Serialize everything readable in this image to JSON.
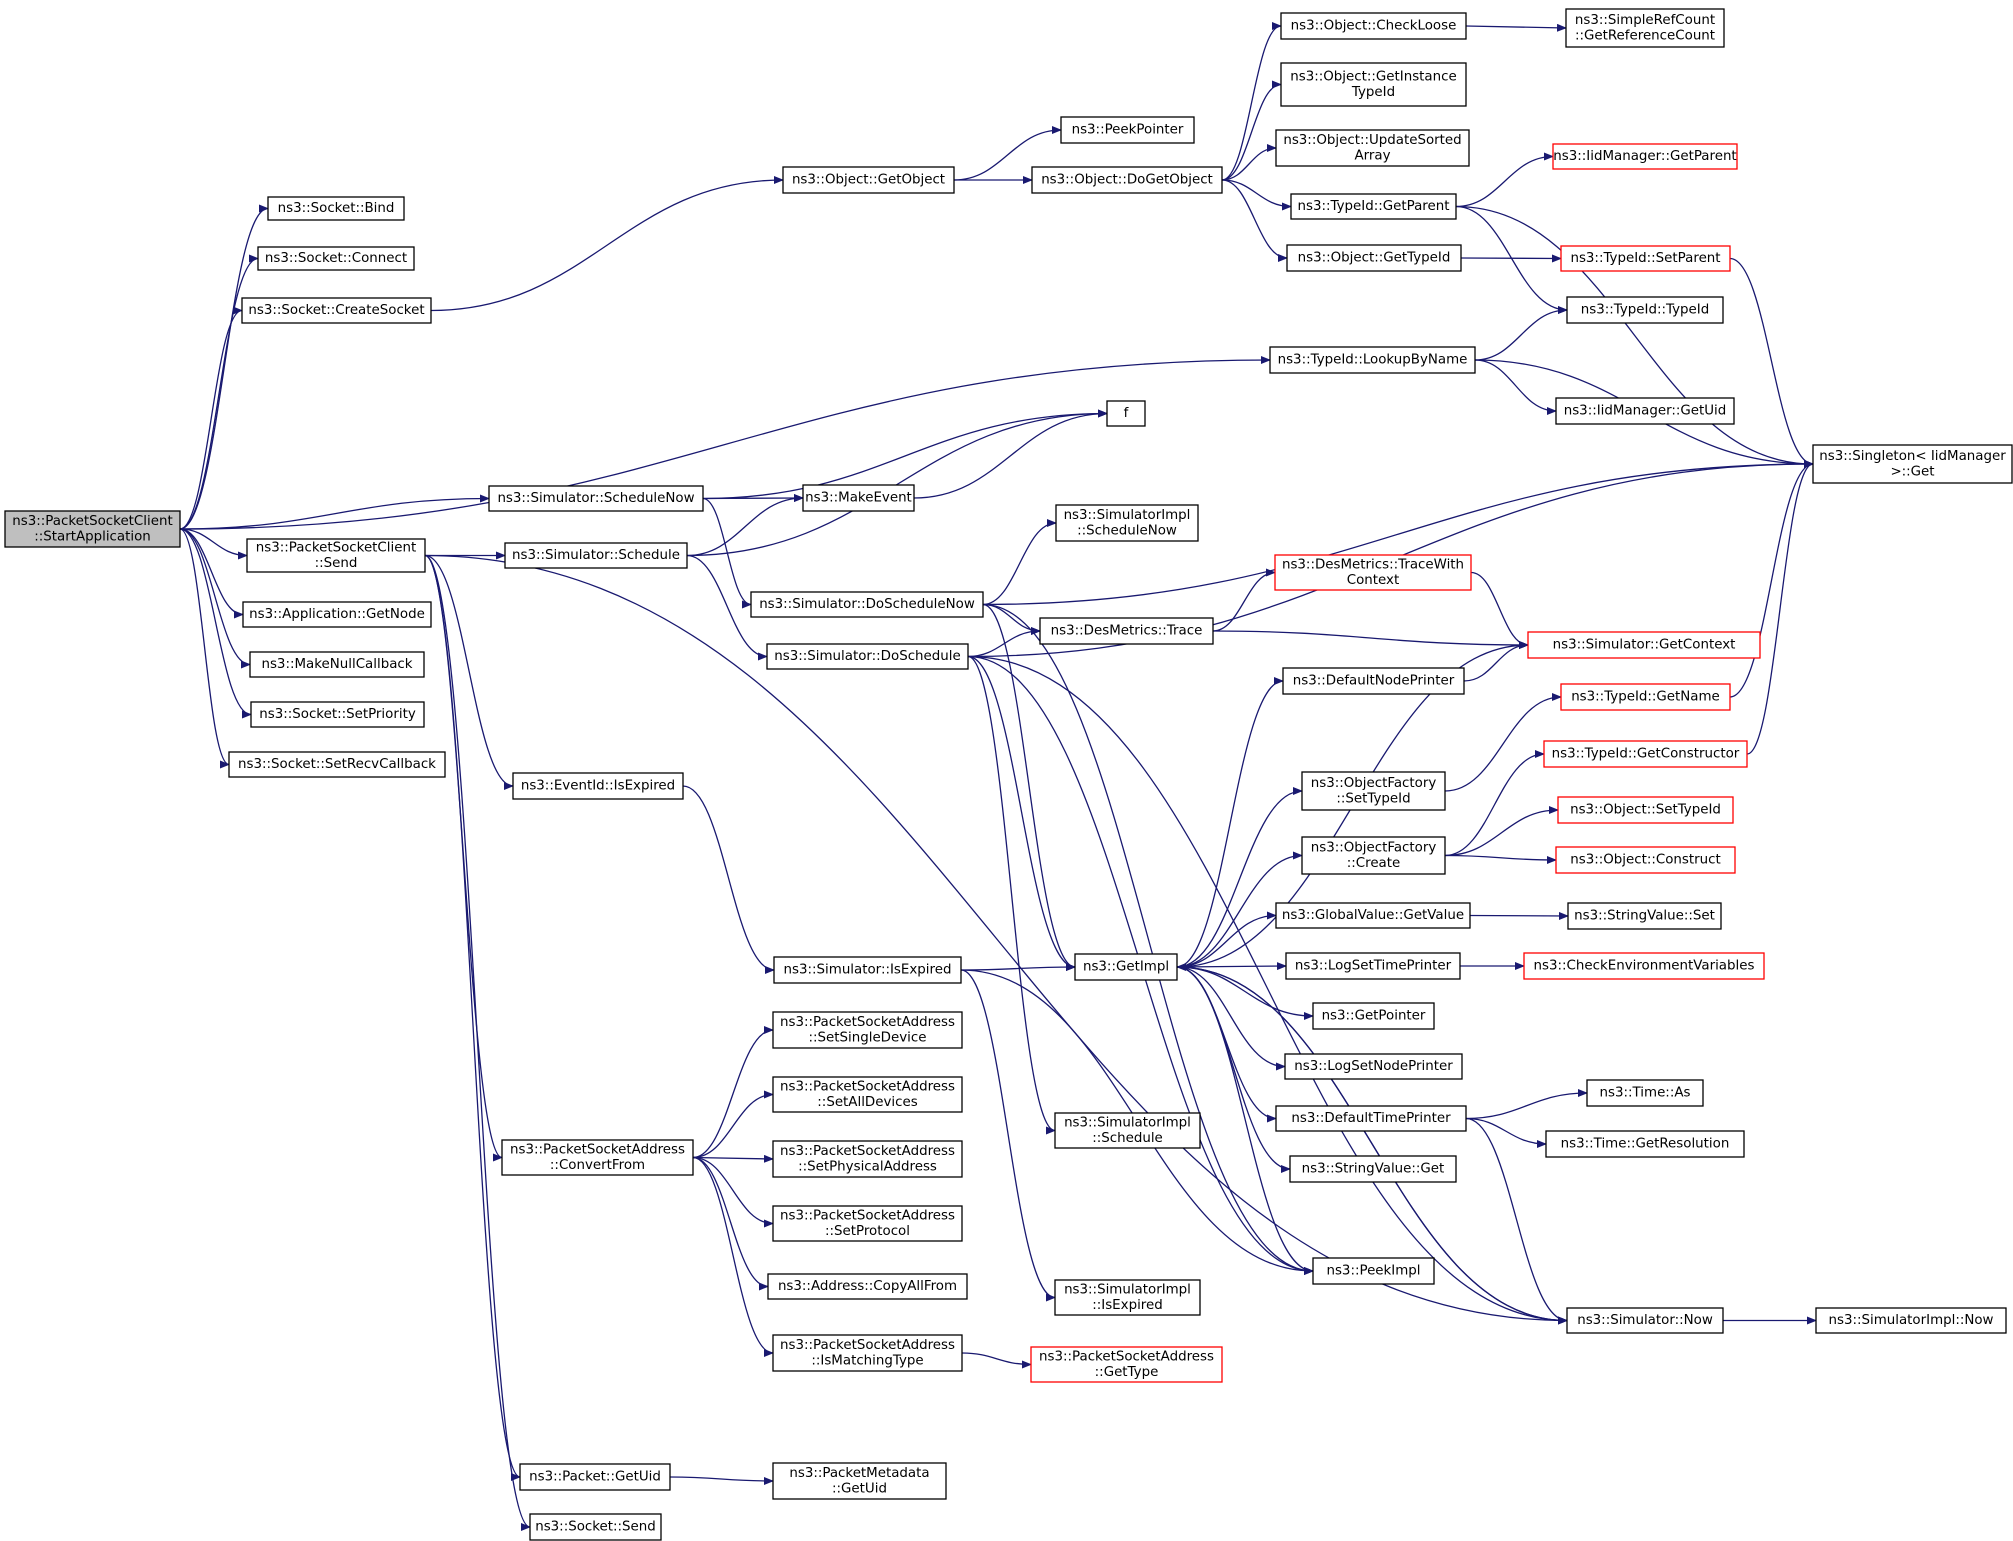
{
  "colors": {
    "edge": "#191970",
    "border": "#000000",
    "border_truncated": "#ff0000",
    "root_fill": "#bfbfbf",
    "fill": "#ffffff"
  },
  "nodes": [
    {
      "id": "root",
      "lines": [
        "ns3::PacketSocketClient",
        "::StartApplication"
      ],
      "style": "root"
    },
    {
      "id": "sock_bind",
      "lines": [
        "ns3::Socket::Bind"
      ]
    },
    {
      "id": "sock_connect",
      "lines": [
        "ns3::Socket::Connect"
      ]
    },
    {
      "id": "sock_create",
      "lines": [
        "ns3::Socket::CreateSocket"
      ]
    },
    {
      "id": "psc_send",
      "lines": [
        "ns3::PacketSocketClient",
        "::Send"
      ]
    },
    {
      "id": "app_getnode",
      "lines": [
        "ns3::Application::GetNode"
      ]
    },
    {
      "id": "makenullcb",
      "lines": [
        "ns3::MakeNullCallback"
      ]
    },
    {
      "id": "sock_setprio",
      "lines": [
        "ns3::Socket::SetPriority"
      ]
    },
    {
      "id": "sock_setrecvcb",
      "lines": [
        "ns3::Socket::SetRecvCallback"
      ]
    },
    {
      "id": "obj_getobject",
      "lines": [
        "ns3::Object::GetObject"
      ]
    },
    {
      "id": "typeid_lookup",
      "lines": [
        "ns3::TypeId::LookupByName"
      ]
    },
    {
      "id": "sim_schedulenow",
      "lines": [
        "ns3::Simulator::ScheduleNow"
      ]
    },
    {
      "id": "sim_schedule",
      "lines": [
        "ns3::Simulator::Schedule"
      ]
    },
    {
      "id": "eventid_isexpired",
      "lines": [
        "ns3::EventId::IsExpired"
      ]
    },
    {
      "id": "psa_convertfrom",
      "lines": [
        "ns3::PacketSocketAddress",
        "::ConvertFrom"
      ]
    },
    {
      "id": "packet_getuid",
      "lines": [
        "ns3::Packet::GetUid"
      ]
    },
    {
      "id": "sock_send",
      "lines": [
        "ns3::Socket::Send"
      ]
    },
    {
      "id": "peekpointer",
      "lines": [
        "ns3::PeekPointer"
      ]
    },
    {
      "id": "obj_dogetobject",
      "lines": [
        "ns3::Object::DoGetObject"
      ]
    },
    {
      "id": "f",
      "lines": [
        "f"
      ]
    },
    {
      "id": "makeevent",
      "lines": [
        "ns3::MakeEvent"
      ]
    },
    {
      "id": "simimpl_schedulenow",
      "lines": [
        "ns3::SimulatorImpl",
        "::ScheduleNow"
      ]
    },
    {
      "id": "sim_doschedulenow",
      "lines": [
        "ns3::Simulator::DoScheduleNow"
      ]
    },
    {
      "id": "sim_doschedule",
      "lines": [
        "ns3::Simulator::DoSchedule"
      ]
    },
    {
      "id": "sim_isexpired",
      "lines": [
        "ns3::Simulator::IsExpired"
      ]
    },
    {
      "id": "psa_setsingle",
      "lines": [
        "ns3::PacketSocketAddress",
        "::SetSingleDevice"
      ]
    },
    {
      "id": "psa_setall",
      "lines": [
        "ns3::PacketSocketAddress",
        "::SetAllDevices"
      ]
    },
    {
      "id": "psa_setphys",
      "lines": [
        "ns3::PacketSocketAddress",
        "::SetPhysicalAddress"
      ]
    },
    {
      "id": "psa_setproto",
      "lines": [
        "ns3::PacketSocketAddress",
        "::SetProtocol"
      ]
    },
    {
      "id": "addr_copyallfrom",
      "lines": [
        "ns3::Address::CopyAllFrom"
      ]
    },
    {
      "id": "psa_ismatching",
      "lines": [
        "ns3::PacketSocketAddress",
        "::IsMatchingType"
      ]
    },
    {
      "id": "pmd_getuid",
      "lines": [
        "ns3::PacketMetadata",
        "::GetUid"
      ]
    },
    {
      "id": "simimpl_schedule",
      "lines": [
        "ns3::SimulatorImpl",
        "::Schedule"
      ]
    },
    {
      "id": "simimpl_isexpired",
      "lines": [
        "ns3::SimulatorImpl",
        "::IsExpired"
      ]
    },
    {
      "id": "psa_gettype",
      "lines": [
        "ns3::PacketSocketAddress",
        "::GetType"
      ],
      "style": "red"
    },
    {
      "id": "obj_checkloose",
      "lines": [
        "ns3::Object::CheckLoose"
      ]
    },
    {
      "id": "obj_getinstancetid",
      "lines": [
        "ns3::Object::GetInstance",
        "TypeId"
      ]
    },
    {
      "id": "obj_updatesorted",
      "lines": [
        "ns3::Object::UpdateSorted",
        "Array"
      ]
    },
    {
      "id": "typeid_getparent",
      "lines": [
        "ns3::TypeId::GetParent"
      ]
    },
    {
      "id": "obj_gettypeid",
      "lines": [
        "ns3::Object::GetTypeId"
      ]
    },
    {
      "id": "desm_tracewith",
      "lines": [
        "ns3::DesMetrics::TraceWith",
        "Context"
      ],
      "style": "red"
    },
    {
      "id": "desm_trace",
      "lines": [
        "ns3::DesMetrics::Trace"
      ]
    },
    {
      "id": "defaultnodeprinter",
      "lines": [
        "ns3::DefaultNodePrinter"
      ]
    },
    {
      "id": "getimpl",
      "lines": [
        "ns3::GetImpl"
      ]
    },
    {
      "id": "of_settypeid",
      "lines": [
        "ns3::ObjectFactory",
        "::SetTypeId"
      ]
    },
    {
      "id": "of_create",
      "lines": [
        "ns3::ObjectFactory",
        "::Create"
      ]
    },
    {
      "id": "gv_getvalue",
      "lines": [
        "ns3::GlobalValue::GetValue"
      ]
    },
    {
      "id": "logsettimeprinter",
      "lines": [
        "ns3::LogSetTimePrinter"
      ]
    },
    {
      "id": "getpointer",
      "lines": [
        "ns3::GetPointer"
      ]
    },
    {
      "id": "logsetnodeprinter",
      "lines": [
        "ns3::LogSetNodePrinter"
      ]
    },
    {
      "id": "defaulttimeprinter",
      "lines": [
        "ns3::DefaultTimePrinter"
      ]
    },
    {
      "id": "stringvalue_get",
      "lines": [
        "ns3::StringValue::Get"
      ]
    },
    {
      "id": "peekimpl",
      "lines": [
        "ns3::PeekImpl"
      ]
    },
    {
      "id": "sim_now",
      "lines": [
        "ns3::Simulator::Now"
      ]
    },
    {
      "id": "simplerefcount",
      "lines": [
        "ns3::SimpleRefCount",
        "::GetReferenceCount"
      ]
    },
    {
      "id": "iidm_getparent",
      "lines": [
        "ns3::IidManager::GetParent"
      ],
      "style": "red"
    },
    {
      "id": "typeid_setparent",
      "lines": [
        "ns3::TypeId::SetParent"
      ],
      "style": "red"
    },
    {
      "id": "typeid_typeid",
      "lines": [
        "ns3::TypeId::TypeId"
      ]
    },
    {
      "id": "iidm_getuid",
      "lines": [
        "ns3::IidManager::GetUid"
      ]
    },
    {
      "id": "singleton_get",
      "lines": [
        "ns3::Singleton< IidManager",
        " >::Get"
      ]
    },
    {
      "id": "sim_getcontext",
      "lines": [
        "ns3::Simulator::GetContext"
      ],
      "style": "red"
    },
    {
      "id": "typeid_getname",
      "lines": [
        "ns3::TypeId::GetName"
      ],
      "style": "red"
    },
    {
      "id": "typeid_getctor",
      "lines": [
        "ns3::TypeId::GetConstructor"
      ],
      "style": "red"
    },
    {
      "id": "obj_settypeid",
      "lines": [
        "ns3::Object::SetTypeId"
      ],
      "style": "red"
    },
    {
      "id": "obj_construct",
      "lines": [
        "ns3::Object::Construct"
      ],
      "style": "red"
    },
    {
      "id": "stringvalue_set",
      "lines": [
        "ns3::StringValue::Set"
      ]
    },
    {
      "id": "checkenv",
      "lines": [
        "ns3::CheckEnvironmentVariables"
      ],
      "style": "red"
    },
    {
      "id": "time_as",
      "lines": [
        "ns3::Time::As"
      ]
    },
    {
      "id": "time_getres",
      "lines": [
        "ns3::Time::GetResolution"
      ]
    },
    {
      "id": "simimpl_now",
      "lines": [
        "ns3::SimulatorImpl::Now"
      ]
    }
  ],
  "edges": [
    [
      "root",
      "sock_bind"
    ],
    [
      "root",
      "sock_connect"
    ],
    [
      "root",
      "sock_create"
    ],
    [
      "root",
      "typeid_lookup"
    ],
    [
      "root",
      "sim_schedulenow"
    ],
    [
      "root",
      "psc_send"
    ],
    [
      "root",
      "app_getnode"
    ],
    [
      "root",
      "makenullcb"
    ],
    [
      "root",
      "sock_setprio"
    ],
    [
      "root",
      "sock_setrecvcb"
    ],
    [
      "sock_create",
      "obj_getobject"
    ],
    [
      "obj_getobject",
      "peekpointer"
    ],
    [
      "obj_getobject",
      "obj_dogetobject"
    ],
    [
      "obj_dogetobject",
      "obj_checkloose"
    ],
    [
      "obj_dogetobject",
      "obj_getinstancetid"
    ],
    [
      "obj_dogetobject",
      "obj_updatesorted"
    ],
    [
      "obj_dogetobject",
      "typeid_getparent"
    ],
    [
      "obj_dogetobject",
      "obj_gettypeid"
    ],
    [
      "obj_checkloose",
      "simplerefcount"
    ],
    [
      "typeid_getparent",
      "iidm_getparent"
    ],
    [
      "typeid_getparent",
      "singleton_get"
    ],
    [
      "typeid_getparent",
      "typeid_typeid"
    ],
    [
      "obj_gettypeid",
      "typeid_setparent"
    ],
    [
      "typeid_setparent",
      "singleton_get"
    ],
    [
      "typeid_lookup",
      "typeid_typeid"
    ],
    [
      "typeid_lookup",
      "iidm_getuid"
    ],
    [
      "typeid_lookup",
      "singleton_get"
    ],
    [
      "sim_schedulenow",
      "f"
    ],
    [
      "sim_schedulenow",
      "makeevent"
    ],
    [
      "sim_schedulenow",
      "sim_doschedulenow"
    ],
    [
      "makeevent",
      "f"
    ],
    [
      "psc_send",
      "sim_schedule"
    ],
    [
      "psc_send",
      "eventid_isexpired"
    ],
    [
      "psc_send",
      "psa_convertfrom"
    ],
    [
      "psc_send",
      "sim_now"
    ],
    [
      "psc_send",
      "packet_getuid"
    ],
    [
      "psc_send",
      "sock_send"
    ],
    [
      "sim_schedule",
      "makeevent"
    ],
    [
      "sim_schedule",
      "f"
    ],
    [
      "sim_schedule",
      "sim_doschedule"
    ],
    [
      "sim_doschedulenow",
      "simimpl_schedulenow"
    ],
    [
      "sim_doschedulenow",
      "desm_trace"
    ],
    [
      "sim_doschedulenow",
      "getimpl"
    ],
    [
      "sim_doschedulenow",
      "singleton_get"
    ],
    [
      "sim_doschedulenow",
      "peekimpl"
    ],
    [
      "sim_doschedule",
      "desm_trace"
    ],
    [
      "sim_doschedule",
      "getimpl"
    ],
    [
      "sim_doschedule",
      "singleton_get"
    ],
    [
      "sim_doschedule",
      "simimpl_schedule"
    ],
    [
      "sim_doschedule",
      "peekimpl"
    ],
    [
      "sim_doschedule",
      "sim_now"
    ],
    [
      "desm_trace",
      "desm_tracewith"
    ],
    [
      "desm_trace",
      "sim_getcontext"
    ],
    [
      "desm_tracewith",
      "sim_getcontext"
    ],
    [
      "eventid_isexpired",
      "sim_isexpired"
    ],
    [
      "sim_isexpired",
      "getimpl"
    ],
    [
      "sim_isexpired",
      "simimpl_isexpired"
    ],
    [
      "sim_isexpired",
      "peekimpl"
    ],
    [
      "psa_convertfrom",
      "psa_setsingle"
    ],
    [
      "psa_convertfrom",
      "psa_setall"
    ],
    [
      "psa_convertfrom",
      "psa_setphys"
    ],
    [
      "psa_convertfrom",
      "psa_setproto"
    ],
    [
      "psa_convertfrom",
      "addr_copyallfrom"
    ],
    [
      "psa_convertfrom",
      "psa_ismatching"
    ],
    [
      "psa_ismatching",
      "psa_gettype"
    ],
    [
      "packet_getuid",
      "pmd_getuid"
    ],
    [
      "getimpl",
      "defaultnodeprinter"
    ],
    [
      "getimpl",
      "sim_getcontext"
    ],
    [
      "getimpl",
      "of_settypeid"
    ],
    [
      "getimpl",
      "of_create"
    ],
    [
      "getimpl",
      "gv_getvalue"
    ],
    [
      "getimpl",
      "logsettimeprinter"
    ],
    [
      "getimpl",
      "getpointer"
    ],
    [
      "getimpl",
      "logsetnodeprinter"
    ],
    [
      "getimpl",
      "defaulttimeprinter"
    ],
    [
      "getimpl",
      "stringvalue_get"
    ],
    [
      "getimpl",
      "peekimpl"
    ],
    [
      "getimpl",
      "sim_now"
    ],
    [
      "defaultnodeprinter",
      "sim_getcontext"
    ],
    [
      "of_settypeid",
      "typeid_getname"
    ],
    [
      "typeid_getname",
      "singleton_get"
    ],
    [
      "of_create",
      "typeid_getctor"
    ],
    [
      "of_create",
      "obj_settypeid"
    ],
    [
      "of_create",
      "obj_construct"
    ],
    [
      "typeid_getctor",
      "singleton_get"
    ],
    [
      "gv_getvalue",
      "stringvalue_set"
    ],
    [
      "logsettimeprinter",
      "checkenv"
    ],
    [
      "defaulttimeprinter",
      "time_as"
    ],
    [
      "defaulttimeprinter",
      "time_getres"
    ],
    [
      "defaulttimeprinter",
      "sim_now"
    ],
    [
      "sim_now",
      "getimpl"
    ],
    [
      "sim_now",
      "simimpl_now"
    ]
  ]
}
